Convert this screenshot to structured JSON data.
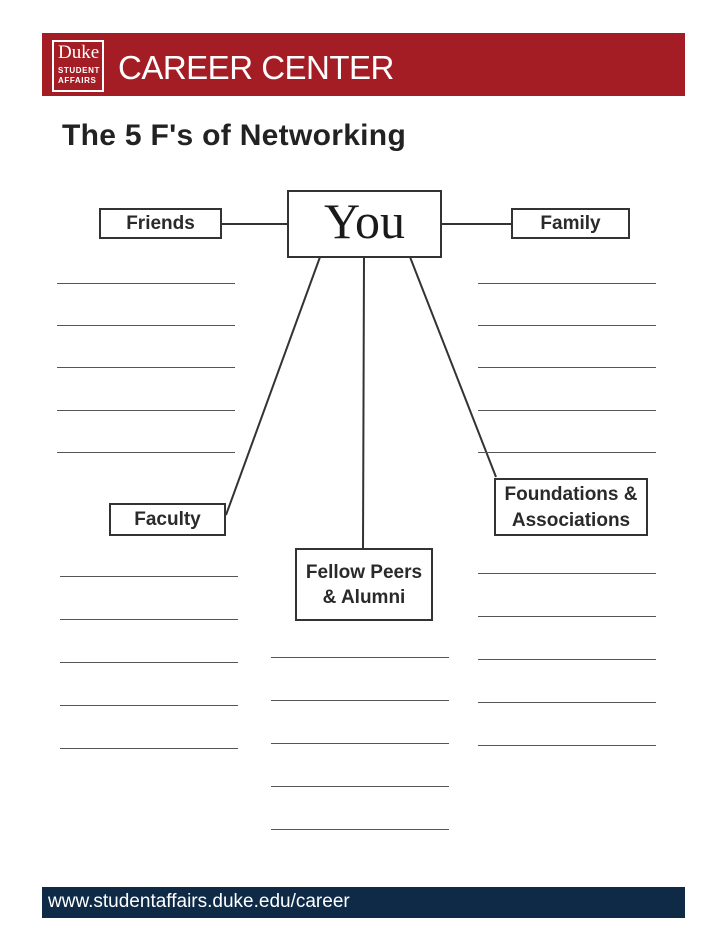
{
  "header": {
    "logo": {
      "line1": "Duke",
      "line2": "STUDENT",
      "line3": "AFFAIRS"
    },
    "title": "CAREER CENTER"
  },
  "page_title": "The 5 F's of Networking",
  "center_box": "You",
  "boxes": {
    "friends": "Friends",
    "family": "Family",
    "faculty": "Faculty",
    "foundations_line1": "Foundations &",
    "foundations_line2": "Associations",
    "fellow_line1": "Fellow Peers",
    "fellow_line2": "& Alumni"
  },
  "footer": {
    "url": "www.studentaffairs.duke.edu/career"
  },
  "colors": {
    "header": "#a51d24",
    "footer": "#0e2a47"
  }
}
